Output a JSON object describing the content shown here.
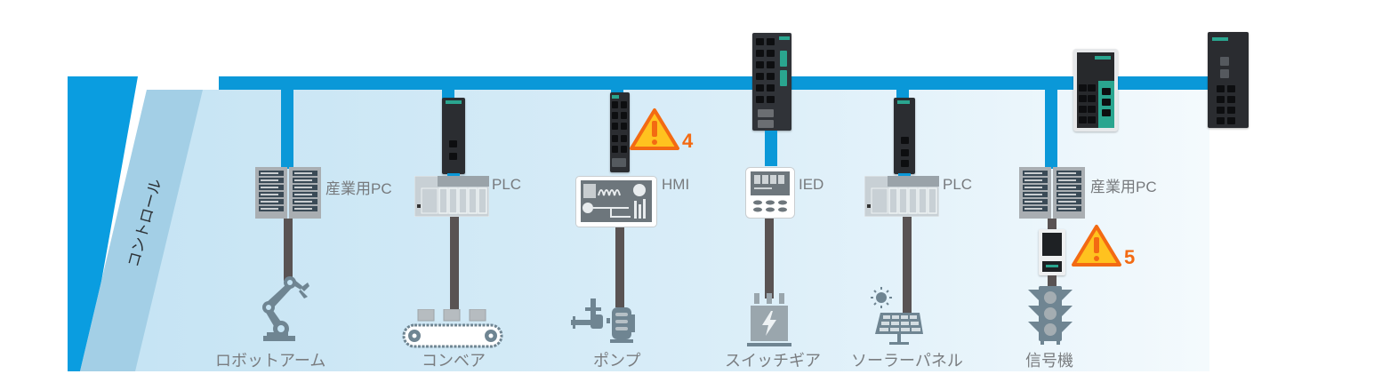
{
  "diagram": {
    "zone": {
      "label": "コントロール"
    },
    "colors": {
      "bus": "#0a98d8",
      "zone_dark": "#0a9de0",
      "zone_band": "#a3cfe6",
      "zone_fill": "#c6e4f4",
      "cable": "#595353",
      "warning_fill": "#ffc21f",
      "warning_stroke": "#f36a12",
      "icon_gray": "#6f8592"
    },
    "columns": [
      {
        "id": "col-1",
        "controller": "産業用PC",
        "field_device": "ロボットアーム",
        "has_switch": false
      },
      {
        "id": "col-2",
        "controller": "PLC",
        "field_device": "コンベア",
        "has_switch": true
      },
      {
        "id": "col-3",
        "controller": "HMI",
        "field_device": "ポンプ",
        "has_switch": true,
        "warning": "4"
      },
      {
        "id": "col-4",
        "controller": "IED",
        "field_device": "スイッチギア",
        "has_switch": true
      },
      {
        "id": "col-5",
        "controller": "PLC",
        "field_device": "ソーラーパネル",
        "has_switch": true
      },
      {
        "id": "col-6",
        "controller": "産業用PC",
        "field_device": "信号機",
        "has_switch": false,
        "has_gateway": true,
        "warning": "5"
      }
    ],
    "top_devices": [
      {
        "id": "top-switch-right-1"
      },
      {
        "id": "top-switch-right-2"
      }
    ]
  }
}
